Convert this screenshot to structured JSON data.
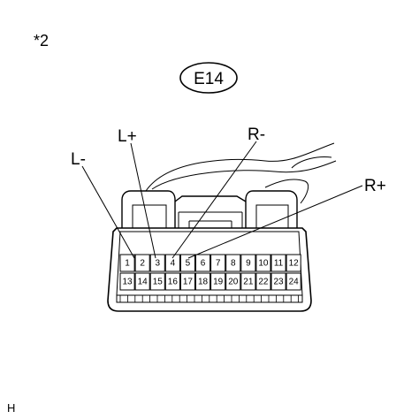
{
  "note_label": "*2",
  "connector_id": "E14",
  "corner_label": "H",
  "wire_labels": {
    "l_minus": "L-",
    "l_plus": "L+",
    "r_minus": "R-",
    "r_plus": "R+"
  },
  "pins": {
    "top_row": [
      "1",
      "2",
      "3",
      "4",
      "5",
      "6",
      "7",
      "8",
      "9",
      "10",
      "11",
      "12"
    ],
    "bottom_row": [
      "13",
      "14",
      "15",
      "16",
      "17",
      "18",
      "19",
      "20",
      "21",
      "22",
      "23",
      "24"
    ]
  },
  "callouts": [
    {
      "label": "L-",
      "pin": "2"
    },
    {
      "label": "L+",
      "pin": "3"
    },
    {
      "label": "R-",
      "pin": "4"
    },
    {
      "label": "R+",
      "pin": "5"
    }
  ]
}
